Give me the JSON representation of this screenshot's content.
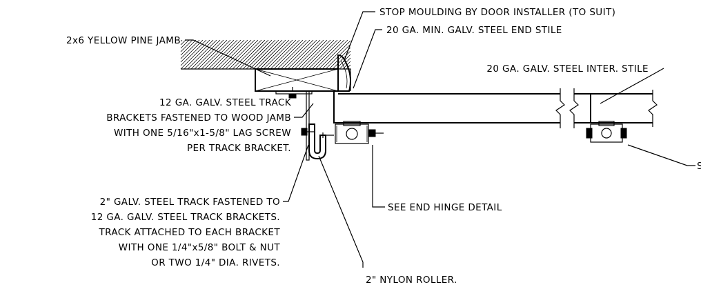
{
  "labels": {
    "stop_moulding": "STOP MOULDING BY DOOR INSTALLER (TO SUIT)",
    "end_stile": "20 GA. MIN. GALV. STEEL END STILE",
    "jamb": "2x6 YELLOW PINE JAMB",
    "inter_stile": "20 GA. GALV. STEEL INTER. STILE",
    "brackets": [
      "12 GA. GALV. STEEL TRACK",
      "BRACKETS FASTENED TO WOOD JAMB",
      "WITH ONE 5/16\"x1-5/8\" LAG SCREW",
      "PER TRACK BRACKET."
    ],
    "track": [
      "2\" GALV. STEEL TRACK FASTENED TO",
      "12 GA. GALV. STEEL TRACK BRACKETS.",
      "TRACK ATTACHED TO EACH BRACKET",
      "WITH ONE 1/4\"x5/8\" BOLT & NUT",
      "OR TWO 1/4\" DIA. RIVETS."
    ],
    "hinge": "SEE END HINGE DETAIL",
    "roller": "2\" NYLON ROLLER.",
    "cut_off": "S"
  }
}
